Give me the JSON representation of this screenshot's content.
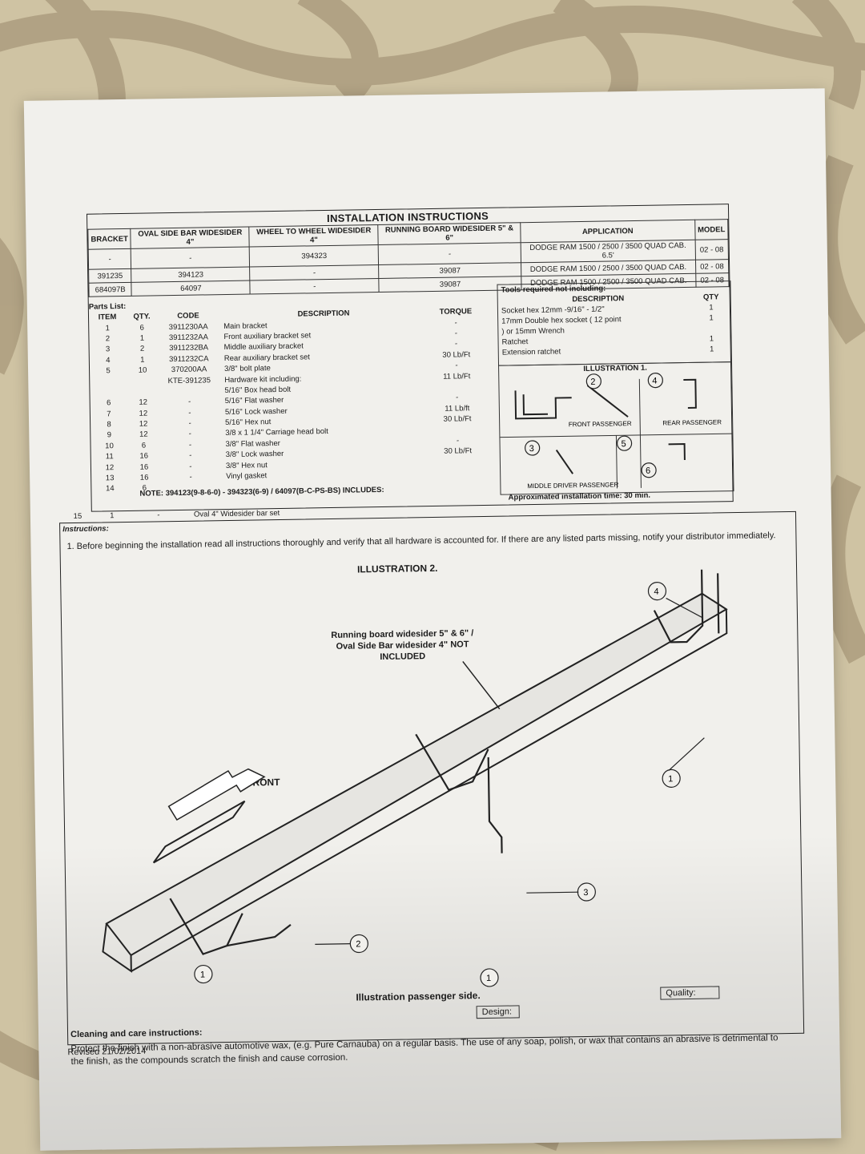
{
  "doc": {
    "title": "INSTALLATION INSTRUCTIONS",
    "app_table": {
      "headers": [
        "BRACKET",
        "OVAL SIDE BAR WIDESIDER 4\"",
        "WHEEL TO WHEEL WIDESIDER 4\"",
        "RUNNING BOARD WIDESIDER 5\" & 6\"",
        "APPLICATION",
        "MODEL"
      ],
      "rows": [
        [
          "-",
          "-",
          "394323",
          "-",
          "DODGE RAM 1500 / 2500 / 3500 QUAD CAB. 6.5'",
          "02 - 08"
        ],
        [
          "391235",
          "394123",
          "-",
          "39087",
          "DODGE RAM 1500 / 2500 / 3500 QUAD CAB.",
          "02 - 08"
        ],
        [
          "684097B",
          "64097",
          "-",
          "39087",
          "DODGE RAM 1500 / 2500 / 3500 QUAD CAB.",
          "02 - 08"
        ]
      ]
    },
    "parts_list_label": "Parts List:",
    "parts_headers": {
      "item": "ITEM",
      "qty": "QTY.",
      "code": "CODE",
      "desc": "DESCRIPTION",
      "torque": "TORQUE"
    },
    "parts": [
      {
        "item": "1",
        "qty": "6",
        "code": "3911230AA",
        "desc": "Main bracket",
        "torque": "-"
      },
      {
        "item": "2",
        "qty": "1",
        "code": "3911232AA",
        "desc": "Front auxiliary bracket set",
        "torque": "-"
      },
      {
        "item": "3",
        "qty": "2",
        "code": "3911232BA",
        "desc": "Middle auxiliary bracket",
        "torque": "-"
      },
      {
        "item": "4",
        "qty": "1",
        "code": "3911232CA",
        "desc": "Rear auxiliary bracket set",
        "torque": "30 Lb/Ft"
      },
      {
        "item": "5",
        "qty": "10",
        "code": "370200AA",
        "desc": "3/8\" bolt plate",
        "torque": "-"
      },
      {
        "item": "",
        "qty": "",
        "code": "KTE-391235",
        "desc": "Hardware kit including:",
        "torque": "11 Lb/Ft"
      },
      {
        "item": "",
        "qty": "",
        "code": "",
        "desc": "5/16\" Box head bolt",
        "torque": ""
      },
      {
        "item": "6",
        "qty": "12",
        "code": "-",
        "desc": "5/16\" Flat washer",
        "torque": "-"
      },
      {
        "item": "7",
        "qty": "12",
        "code": "-",
        "desc": "5/16\" Lock washer",
        "torque": "11 Lb/ft"
      },
      {
        "item": "8",
        "qty": "12",
        "code": "-",
        "desc": "5/16\" Hex nut",
        "torque": "30 Lb/Ft"
      },
      {
        "item": "9",
        "qty": "12",
        "code": "-",
        "desc": "3/8 x 1 1/4\" Carriage head bolt",
        "torque": ""
      },
      {
        "item": "10",
        "qty": "6",
        "code": "-",
        "desc": "3/8\" Flat washer",
        "torque": "-"
      },
      {
        "item": "11",
        "qty": "16",
        "code": "-",
        "desc": "3/8\" Lock washer",
        "torque": "30 Lb/Ft"
      },
      {
        "item": "12",
        "qty": "16",
        "code": "-",
        "desc": "3/8\" Hex nut",
        "torque": ""
      },
      {
        "item": "13",
        "qty": "16",
        "code": "-",
        "desc": "Vinyl gasket",
        "torque": ""
      },
      {
        "item": "14",
        "qty": "6",
        "code": "",
        "desc": "",
        "torque": ""
      }
    ],
    "row15": {
      "item": "15",
      "qty": "1",
      "code": "-",
      "desc": "Oval 4\" Widesider bar set"
    },
    "note": "NOTE: 394123(9-8-6-0) - 394323(6-9) / 64097(B-C-PS-BS) INCLUDES:",
    "tools": {
      "title": "Tools required not including:",
      "desc_header": "DESCRIPTION",
      "qty_header": "QTY",
      "rows": [
        {
          "desc": "Socket hex 12mm -9/16\" - 1/2\"",
          "qty": "1"
        },
        {
          "desc": "17mm Double hex socket ( 12 point",
          "qty": "1"
        },
        {
          "desc": ") or 15mm Wrench",
          "qty": ""
        },
        {
          "desc": "Ratchet",
          "qty": "1"
        },
        {
          "desc": "Extension ratchet",
          "qty": "1"
        }
      ]
    },
    "illustration1": {
      "title": "ILLUSTRATION 1.",
      "labels": [
        "FRONT PASSENGER",
        "REAR PASSENGER",
        "MIDDLE DRIVER PASSENGER"
      ]
    },
    "install_time": "Approximated installation time: 30 min.",
    "instructions_label": "Instructions:",
    "step1": "1. Before beginning the installation read all instructions thoroughly and verify that all hardware is accounted for.  If there are any listed parts missing, notify your distributor immediately.",
    "illustration2": {
      "title": "ILLUSTRATION 2.",
      "product_label": "Running board widesider 5\" & 6\" / Oval Side Bar widesider 4\" NOT INCLUDED",
      "front_label": "FRONT",
      "caption": "Illustration passenger side.",
      "callouts": [
        "1",
        "1",
        "1",
        "2",
        "3",
        "4"
      ]
    },
    "design_label": "Design:",
    "quality_label": "Quality:",
    "cleaning_title": "Cleaning and care instructions:",
    "cleaning_text": "Protect the finish with a non-abrasive automotive wax, (e.g. Pure Carnauba) on a regular basis. The use of any soap, polish, or wax that contains an abrasive is detrimental to the finish, as the compounds scratch the finish and cause corrosion.",
    "revised": "Revised 21/02/2014"
  }
}
